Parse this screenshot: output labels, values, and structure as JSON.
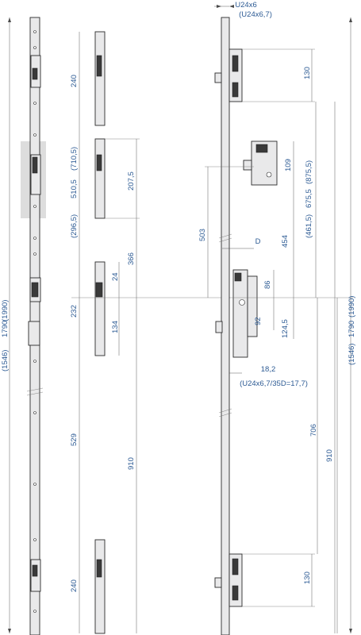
{
  "labels": {
    "top_u": "U24x6",
    "top_u_alt": "(U24x6,7)",
    "d_label": "D",
    "backset_val": "18,2",
    "backset_alt": "(U24x6,7/35D=17,7)",
    "left_total_a": "(1546)",
    "left_total_b": "1790",
    "left_total_c": "(1990)",
    "right_total_a": "(1546)",
    "right_total_b": "1790",
    "right_total_c": "(1990)",
    "l_240_top": "240",
    "l_510": "510,5",
    "l_710": "(710,5)",
    "l_296": "(296,5)",
    "l_207": "207,5",
    "l_366": "366",
    "l_24": "24",
    "l_232": "232",
    "l_134": "134",
    "l_529": "529",
    "l_910": "910",
    "l_240_bot": "240",
    "r_130_top": "130",
    "r_109": "109",
    "r_875": "(875,5)",
    "r_675": "675,5",
    "r_461": "(461,5)",
    "r_503": "503",
    "r_454": "454",
    "r_86": "86",
    "r_92": "92",
    "r_124": "124,5",
    "r_706": "706",
    "r_910": "910",
    "r_130_bot": "130"
  },
  "colors": {
    "dimension_text": "#2d5b94",
    "part_fill": "#e9e9ea",
    "line": "#2b2b2b"
  }
}
